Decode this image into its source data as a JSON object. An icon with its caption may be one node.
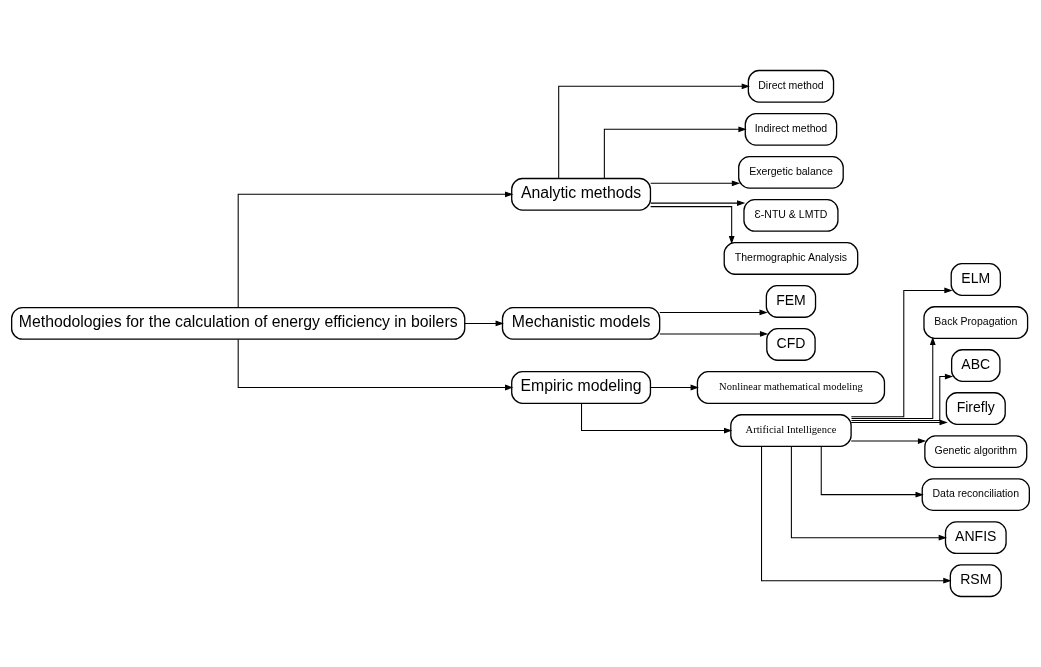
{
  "diagram": {
    "nodes": [
      {
        "text": [
          "Methodologies for the calculation of energy efficiency in boilers"
        ]
      },
      {
        "text": [
          "Analytic methods"
        ]
      },
      {
        "text": [
          "Mechanistic models"
        ]
      },
      {
        "text": [
          "Empiric modeling"
        ]
      },
      {
        "text": [
          "Direct method"
        ]
      },
      {
        "text": [
          "Indirect method"
        ]
      },
      {
        "text": [
          "Exergetic balance"
        ]
      },
      {
        "text": [
          "Ɛ-NTU & LMTD"
        ]
      },
      {
        "text": [
          "Thermographic Analysis"
        ]
      },
      {
        "text": [
          "FEM"
        ]
      },
      {
        "text": [
          "CFD"
        ]
      },
      {
        "text": [
          "Nonlinear mathematical modeling"
        ]
      },
      {
        "text": [
          "Artificial Intelligence"
        ]
      },
      {
        "text": [
          "ELM"
        ]
      },
      {
        "text": [
          "Back Propagation"
        ]
      },
      {
        "text": [
          "ABC"
        ]
      },
      {
        "text": [
          "Firefly"
        ]
      },
      {
        "text": [
          "Genetic algorithm"
        ]
      },
      {
        "text": [
          "Data reconciliation"
        ]
      },
      {
        "text": [
          "ANFIS"
        ]
      },
      {
        "text": [
          "RSM"
        ]
      }
    ],
    "edges": [
      {
        "from": 0,
        "to": 1,
        "arrow": "to"
      },
      {
        "from": 0,
        "to": 2,
        "arrow": "to"
      },
      {
        "from": 0,
        "to": 3,
        "arrow": "to"
      },
      {
        "from": 1,
        "to": 4,
        "arrow": "to"
      },
      {
        "from": 1,
        "to": 5,
        "arrow": "to"
      },
      {
        "from": 1,
        "to": 6,
        "arrow": "to"
      },
      {
        "from": 1,
        "to": 7,
        "arrow": "to"
      },
      {
        "from": 1,
        "to": 8,
        "arrow": "to"
      },
      {
        "from": 2,
        "to": 9,
        "arrow": "to"
      },
      {
        "from": 2,
        "to": 10,
        "arrow": "to"
      },
      {
        "from": 3,
        "to": 11,
        "arrow": "to"
      },
      {
        "from": 3,
        "to": 12,
        "arrow": "to"
      },
      {
        "from": 12,
        "to": 13,
        "arrow": "to"
      },
      {
        "from": 12,
        "to": 14,
        "arrow": "to"
      },
      {
        "from": 12,
        "to": 15,
        "arrow": "to"
      },
      {
        "from": 12,
        "to": 16,
        "arrow": "to"
      },
      {
        "from": 12,
        "to": 17,
        "arrow": "to"
      },
      {
        "from": 12,
        "to": 18,
        "arrow": "to"
      },
      {
        "from": 12,
        "to": 19,
        "arrow": "to"
      },
      {
        "from": 12,
        "to": 20,
        "arrow": "to"
      }
    ]
  }
}
